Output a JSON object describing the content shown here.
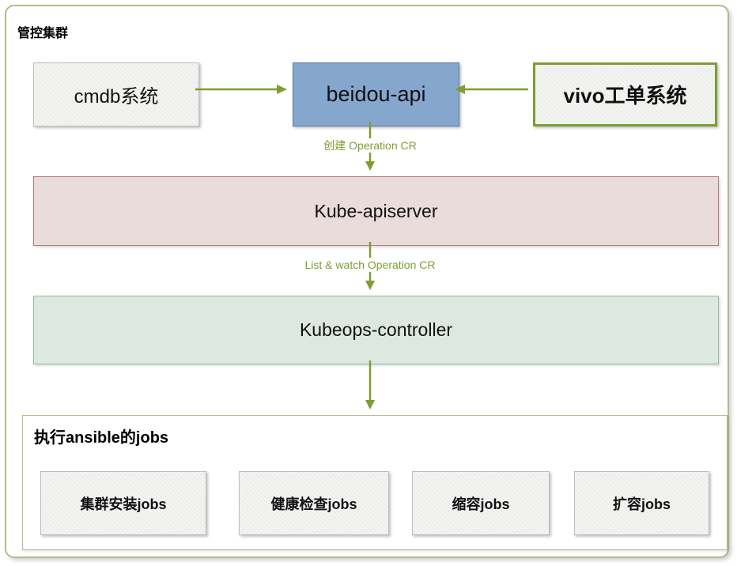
{
  "diagram": {
    "cluster_label": "管控集群",
    "nodes": {
      "cmdb": {
        "label": "cmdb系统"
      },
      "beidou_api": {
        "label": "beidou-api"
      },
      "vivo_ticket": {
        "label": "vivo工单系统"
      },
      "kube_apiserver": {
        "label": "Kube-apiserver"
      },
      "kubeops_controller": {
        "label": "Kubeops-controller"
      }
    },
    "edges": {
      "create_cr_label": "创建 Operation CR",
      "list_watch_label": "List & watch Operation CR"
    },
    "jobs_group": {
      "title": "执行ansible的jobs",
      "items": [
        {
          "label": "集群安装jobs"
        },
        {
          "label": "健康检查jobs"
        },
        {
          "label": "缩容jobs"
        },
        {
          "label": "扩容jobs"
        }
      ]
    },
    "colors": {
      "arrow_green": "#7f9d31",
      "beidou_fill": "#85a7cd",
      "beidou_border": "#5e7a99",
      "apiserver_fill": "#e9dcdb",
      "apiserver_border": "#b87a74",
      "controller_fill": "#dde8e1",
      "controller_border": "#8fbca6",
      "outer_border": "#b4ba8b",
      "jobs_border": "#b8bd8e",
      "gray_box_fill": "#f3f3f1",
      "gray_box_border": "#bdbdb9",
      "vivo_border": "#7f9d31"
    }
  }
}
